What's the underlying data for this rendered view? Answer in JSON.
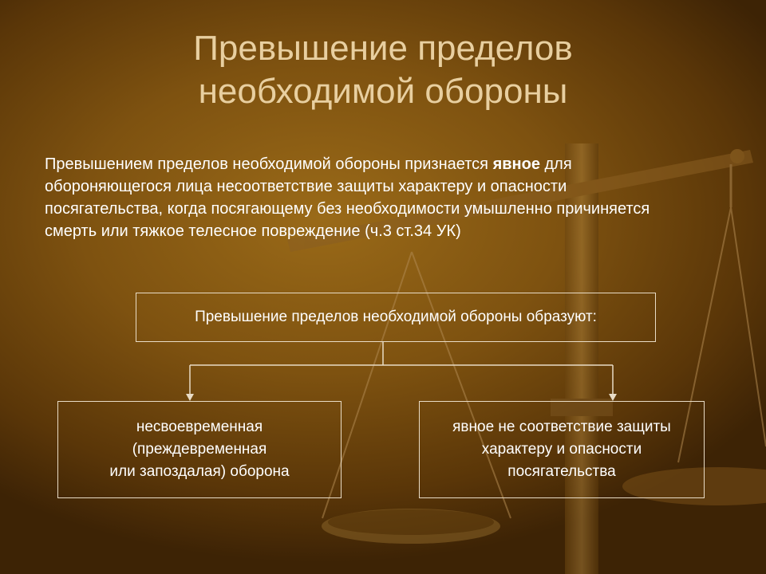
{
  "title": {
    "line1": "Превышение пределов",
    "line2": "необходимой обороны"
  },
  "definition": {
    "before": "Превышением пределов необходимой обороны признается ",
    "emphasis": "явное",
    "after": " для обороняющегося лица несоответствие защиты характеру и опасности посягательства, когда посягающему без необходимости умышленно причиняется смерть или тяжкое телесное повреждение (ч.3 ст.34 УК)"
  },
  "diagram": {
    "main_box": "Превышение пределов необходимой обороны образуют:",
    "left_box": {
      "line1": "несвоевременная",
      "line2": "(преждевременная",
      "line3": "или запоздалая) оборона"
    },
    "right_box": {
      "line1": "явное не соответствие защиты",
      "line2": "характеру и опасности",
      "line3": "посягательства"
    }
  },
  "background": {
    "image": "scales-of-justice",
    "colors": {
      "base": "#7e5210",
      "text": "#ffffff",
      "title": "#e8cfa0",
      "lines": "#e9dcc6"
    }
  }
}
